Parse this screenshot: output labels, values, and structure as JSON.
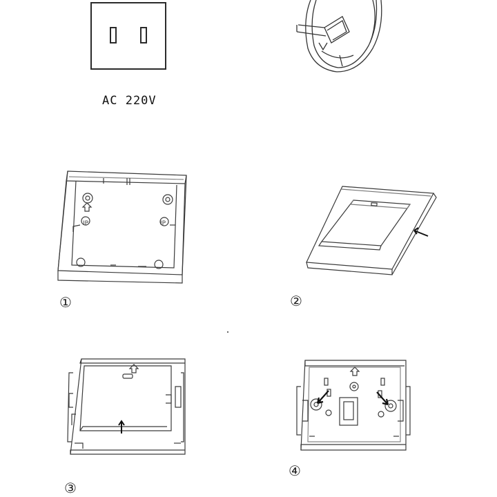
{
  "socket": {
    "voltage_label": "AC 220V"
  },
  "steps": [
    {
      "number": "①"
    },
    {
      "number": "②"
    },
    {
      "number": "③"
    },
    {
      "number": "④"
    }
  ],
  "colors": {
    "line": "#333333",
    "light_line": "#8a8a8a",
    "background": "#ffffff"
  }
}
